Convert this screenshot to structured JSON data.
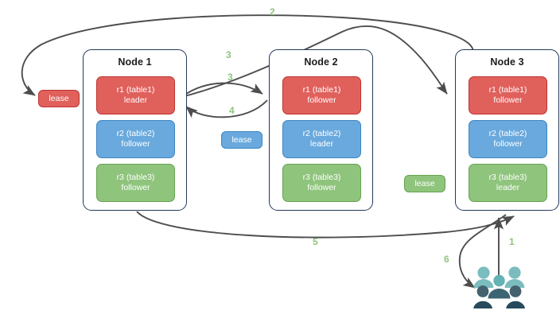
{
  "diagram": {
    "title": "raft-lease-replication-diagram",
    "colors": {
      "replica_red": "#e0605c",
      "replica_blue": "#69a9dd",
      "replica_green": "#8fc47d",
      "node_border": "#23395b",
      "edge": "#4d4d4d",
      "label_green": "#8fc47d",
      "users_back": "#7bbcbe",
      "users_front": "#3c5a66"
    }
  },
  "nodes": [
    {
      "id": "node-1",
      "title": "Node 1",
      "replicas": [
        {
          "name": "r1 (table1)",
          "role": "leader",
          "color": "red"
        },
        {
          "name": "r2 (table2)",
          "role": "follower",
          "color": "blue"
        },
        {
          "name": "r3 (table3)",
          "role": "follower",
          "color": "green"
        }
      ]
    },
    {
      "id": "node-2",
      "title": "Node 2",
      "replicas": [
        {
          "name": "r1 (table1)",
          "role": "follower",
          "color": "red"
        },
        {
          "name": "r2 (table2)",
          "role": "leader",
          "color": "blue"
        },
        {
          "name": "r3 (table3)",
          "role": "follower",
          "color": "green"
        }
      ]
    },
    {
      "id": "node-3",
      "title": "Node 3",
      "replicas": [
        {
          "name": "r1 (table1)",
          "role": "follower",
          "color": "red"
        },
        {
          "name": "r2 (table2)",
          "role": "follower",
          "color": "blue"
        },
        {
          "name": "r3 (table3)",
          "role": "leader",
          "color": "green"
        }
      ]
    }
  ],
  "leases": [
    {
      "id": "lease-table1",
      "label": "lease",
      "color": "red"
    },
    {
      "id": "lease-table2",
      "label": "lease",
      "color": "blue"
    },
    {
      "id": "lease-table3",
      "label": "lease",
      "color": "green"
    }
  ],
  "edge_labels": [
    {
      "id": "step-2",
      "text": "2"
    },
    {
      "id": "step-3a",
      "text": "3"
    },
    {
      "id": "step-3b",
      "text": "3"
    },
    {
      "id": "step-4",
      "text": "4"
    },
    {
      "id": "step-5",
      "text": "5"
    },
    {
      "id": "step-1",
      "text": "1"
    },
    {
      "id": "step-6",
      "text": "6"
    }
  ],
  "actors": {
    "users_icon": "users-icon"
  }
}
